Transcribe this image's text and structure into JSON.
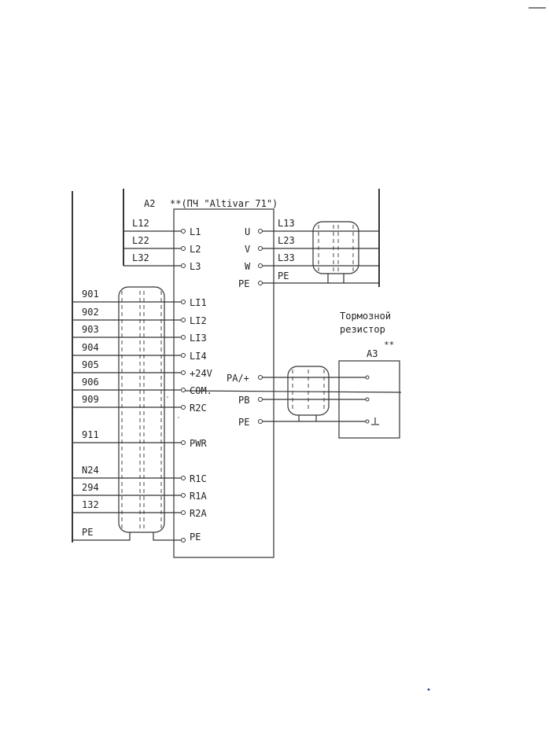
{
  "header": {
    "device_id": "A2",
    "device_name": "**(ПЧ \"Altivar 71\")"
  },
  "mains": {
    "wires": [
      "L12",
      "L22",
      "L32"
    ],
    "terminals": [
      "L1",
      "L2",
      "L3"
    ]
  },
  "motor": {
    "terminals": [
      "U",
      "V",
      "W",
      "PE"
    ],
    "wires": [
      "L13",
      "L23",
      "L33",
      "PE"
    ]
  },
  "control": {
    "wires": [
      "901",
      "902",
      "903",
      "904",
      "905",
      "906",
      "909",
      "911",
      "N24",
      "294",
      "132",
      "PE"
    ],
    "terminals": [
      "LI1",
      "LI2",
      "LI3",
      "LI4",
      "+24V",
      "COM.",
      "R2C",
      "PWR",
      "R1C",
      "R1A",
      "R2A",
      "PE"
    ]
  },
  "brake": {
    "title_line1": "Тормозной",
    "title_line2": "резистор",
    "device_id": "A3",
    "device_mark": "**",
    "terminals": [
      "PA/+",
      "PB",
      "PE"
    ]
  },
  "colors": {
    "ink": "#333333",
    "paper": "#ffffff"
  }
}
